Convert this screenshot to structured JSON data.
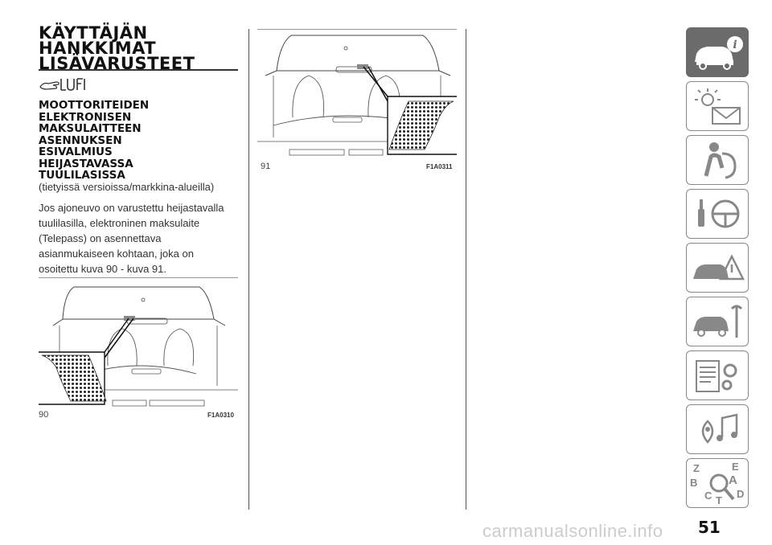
{
  "title_lines": [
    "KÄYTTÄJÄN",
    "HANKKIMAT",
    "LISÄVARUSTEET"
  ],
  "heading_lines": [
    "MOOTTORITEIDEN",
    "ELEKTRONISEN",
    "MAKSULAITTEEN",
    "ASENNUKSEN",
    "ESIVALMIUS",
    "HEIJASTAVASSA",
    "TUULILASISSA"
  ],
  "note": "(tietyissä versioissa/markkina-alueilla)",
  "body_lines": [
    "Jos ajoneuvo on varustettu heijastavalla",
    "tuulilasilla, elektroninen maksulaite",
    "(Telepass) on asennettava",
    "asianmukaiseen kohtaan, joka on",
    "osoitettu kuva 90 - kuva 91."
  ],
  "figures": [
    {
      "number": "90",
      "code": "F1A0310"
    },
    {
      "number": "91",
      "code": "F1A0311"
    }
  ],
  "sidebar": {
    "tabs": [
      {
        "icon": "car-info-icon",
        "active": true
      },
      {
        "icon": "warning-lights-message-icon",
        "active": false
      },
      {
        "icon": "seat-airbag-icon",
        "active": false
      },
      {
        "icon": "key-steering-wheel-icon",
        "active": false
      },
      {
        "icon": "car-crash-warning-icon",
        "active": false
      },
      {
        "icon": "car-service-tools-icon",
        "active": false
      },
      {
        "icon": "technical-data-gears-icon",
        "active": false
      },
      {
        "icon": "multimedia-music-icon",
        "active": false
      },
      {
        "icon": "alphabetical-index-icon",
        "active": false
      }
    ],
    "index_letters": [
      "Z",
      "E",
      "A",
      "B",
      "C",
      "D",
      "T"
    ]
  },
  "page_number": "51",
  "watermark": "carmanualsonline.info",
  "colors": {
    "tab_active": "#6b6b6b",
    "tab_border": "#888888"
  }
}
